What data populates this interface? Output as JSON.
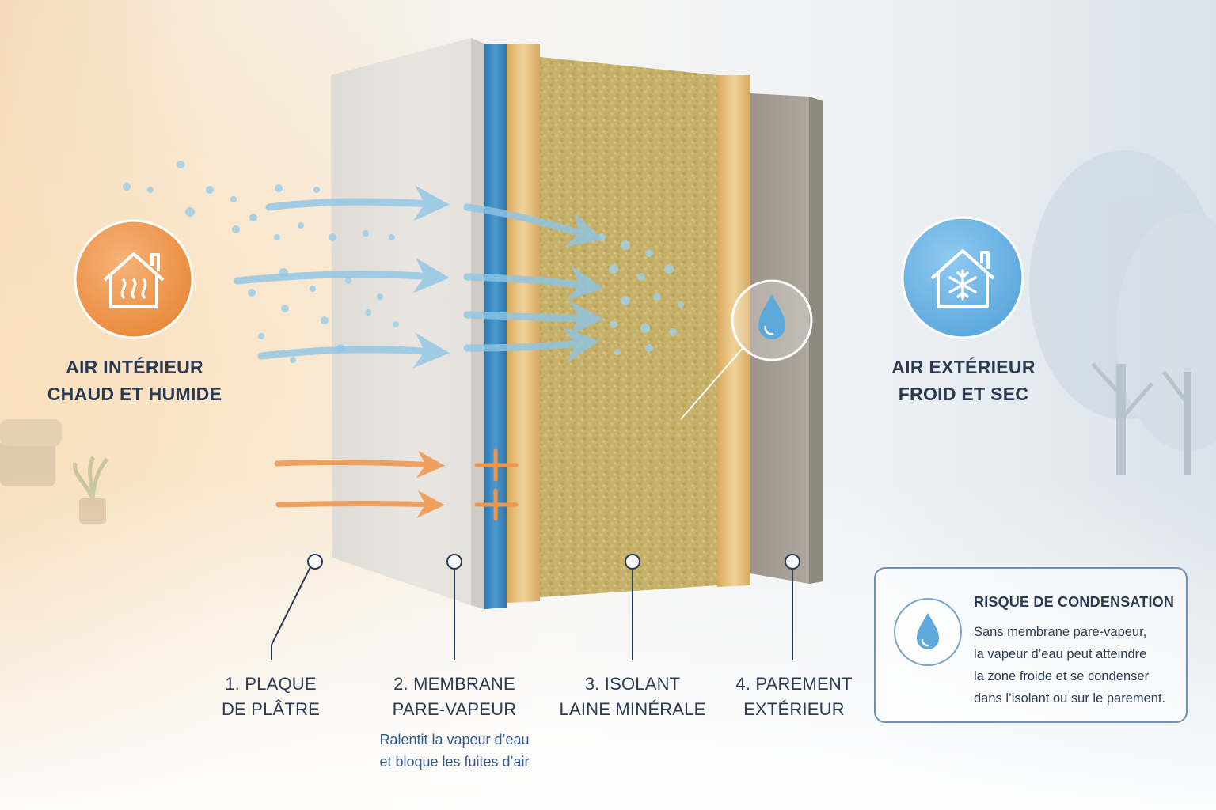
{
  "interior": {
    "label_lines": [
      "AIR INTÉRIEUR",
      "CHAUD ET HUMIDE"
    ],
    "icon": "house-heat-icon",
    "color": "#e8893a"
  },
  "exterior": {
    "label_lines": [
      "AIR EXTÉRIEUR",
      "FROID ET SEC"
    ],
    "icon": "house-snowflake-icon",
    "color": "#5aa7dc"
  },
  "layers": [
    {
      "id": "plaque",
      "lines": [
        "1. PLAQUE",
        "DE PLÂTRE"
      ],
      "note_lines": []
    },
    {
      "id": "membrane",
      "lines": [
        "2. MEMBRANE",
        "PARE-VAPEUR"
      ],
      "note_lines": [
        "Ralentit la vapeur d’eau",
        "et bloque les fuites d’air"
      ]
    },
    {
      "id": "isolant",
      "lines": [
        "3. ISOLANT",
        "LAINE MINÉRALE"
      ],
      "note_lines": []
    },
    {
      "id": "parement",
      "lines": [
        "4. PAREMENT",
        "EXTÉRIEUR"
      ],
      "note_lines": []
    }
  ],
  "risk": {
    "title": "RISQUE DE CONDENSATION",
    "lines": [
      "Sans membrane pare-vapeur,",
      "la vapeur d’eau peut atteindre",
      "la zone froide et se condenser",
      "dans l’isolant ou sur le parement."
    ],
    "icon": "water-drop-icon"
  },
  "colors": {
    "membrane": "#3a88c0",
    "wood": "#e9c98a",
    "insulation": "#c9b36a",
    "plaster": "#e9e6e1",
    "cladding": "#a59d92",
    "text": "#2a3a52",
    "note": "#2f5b8f",
    "vapor_arrow": "#8ec6e6",
    "air_arrow": "#f0954a"
  }
}
